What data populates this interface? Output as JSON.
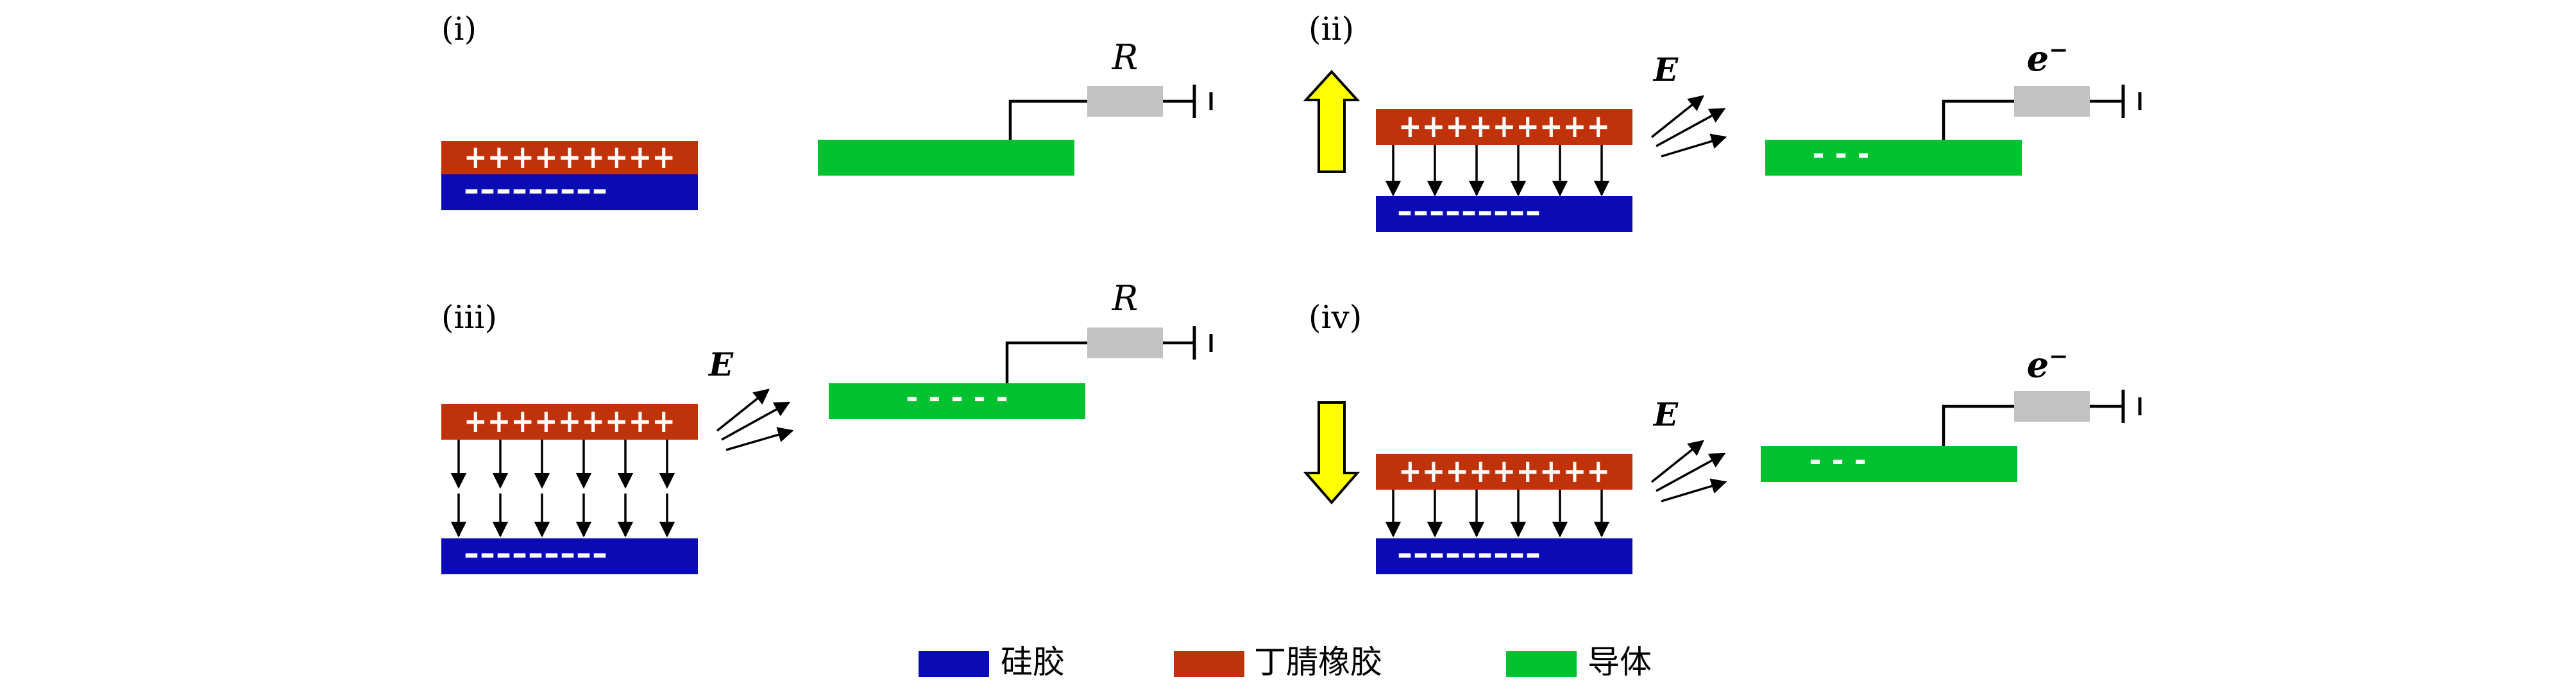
{
  "colors": {
    "silicone": "#0B0BB5",
    "nitrile": "#C0320A",
    "conductor": "#00C22E",
    "resistor": "#C2C2C2",
    "arrow_fill": "#FFFF00",
    "line": "#000000"
  },
  "icons": {
    "up_arrow": "up-arrow-icon",
    "down_arrow": "down-arrow-icon",
    "field_arrows": "electric-field-arrows-icon",
    "ground": "ground-symbol-icon"
  },
  "panels": {
    "p1": {
      "label": "(i)",
      "plus_text": "+++++++++",
      "minus_text": "---------",
      "conductor_charges": "",
      "component_label": "R"
    },
    "p2": {
      "label": "(ii)",
      "plus_text": "+++++++++",
      "minus_text": "---------",
      "field_label": "E",
      "conductor_charges": "- - -",
      "component_label": "e",
      "component_sup": "−"
    },
    "p3": {
      "label": "(iii)",
      "plus_text": "+++++++++",
      "minus_text": "---------",
      "field_label": "E",
      "conductor_charges": "- - - - -",
      "component_label": "R"
    },
    "p4": {
      "label": "(iv)",
      "plus_text": "+++++++++",
      "minus_text": "---------",
      "field_label": "E",
      "conductor_charges": "- - -",
      "component_label": "e",
      "component_sup": "−"
    }
  },
  "legend": {
    "items": [
      {
        "label": "硅胶"
      },
      {
        "label": "丁腈橡胶"
      },
      {
        "label": "导体"
      }
    ]
  }
}
